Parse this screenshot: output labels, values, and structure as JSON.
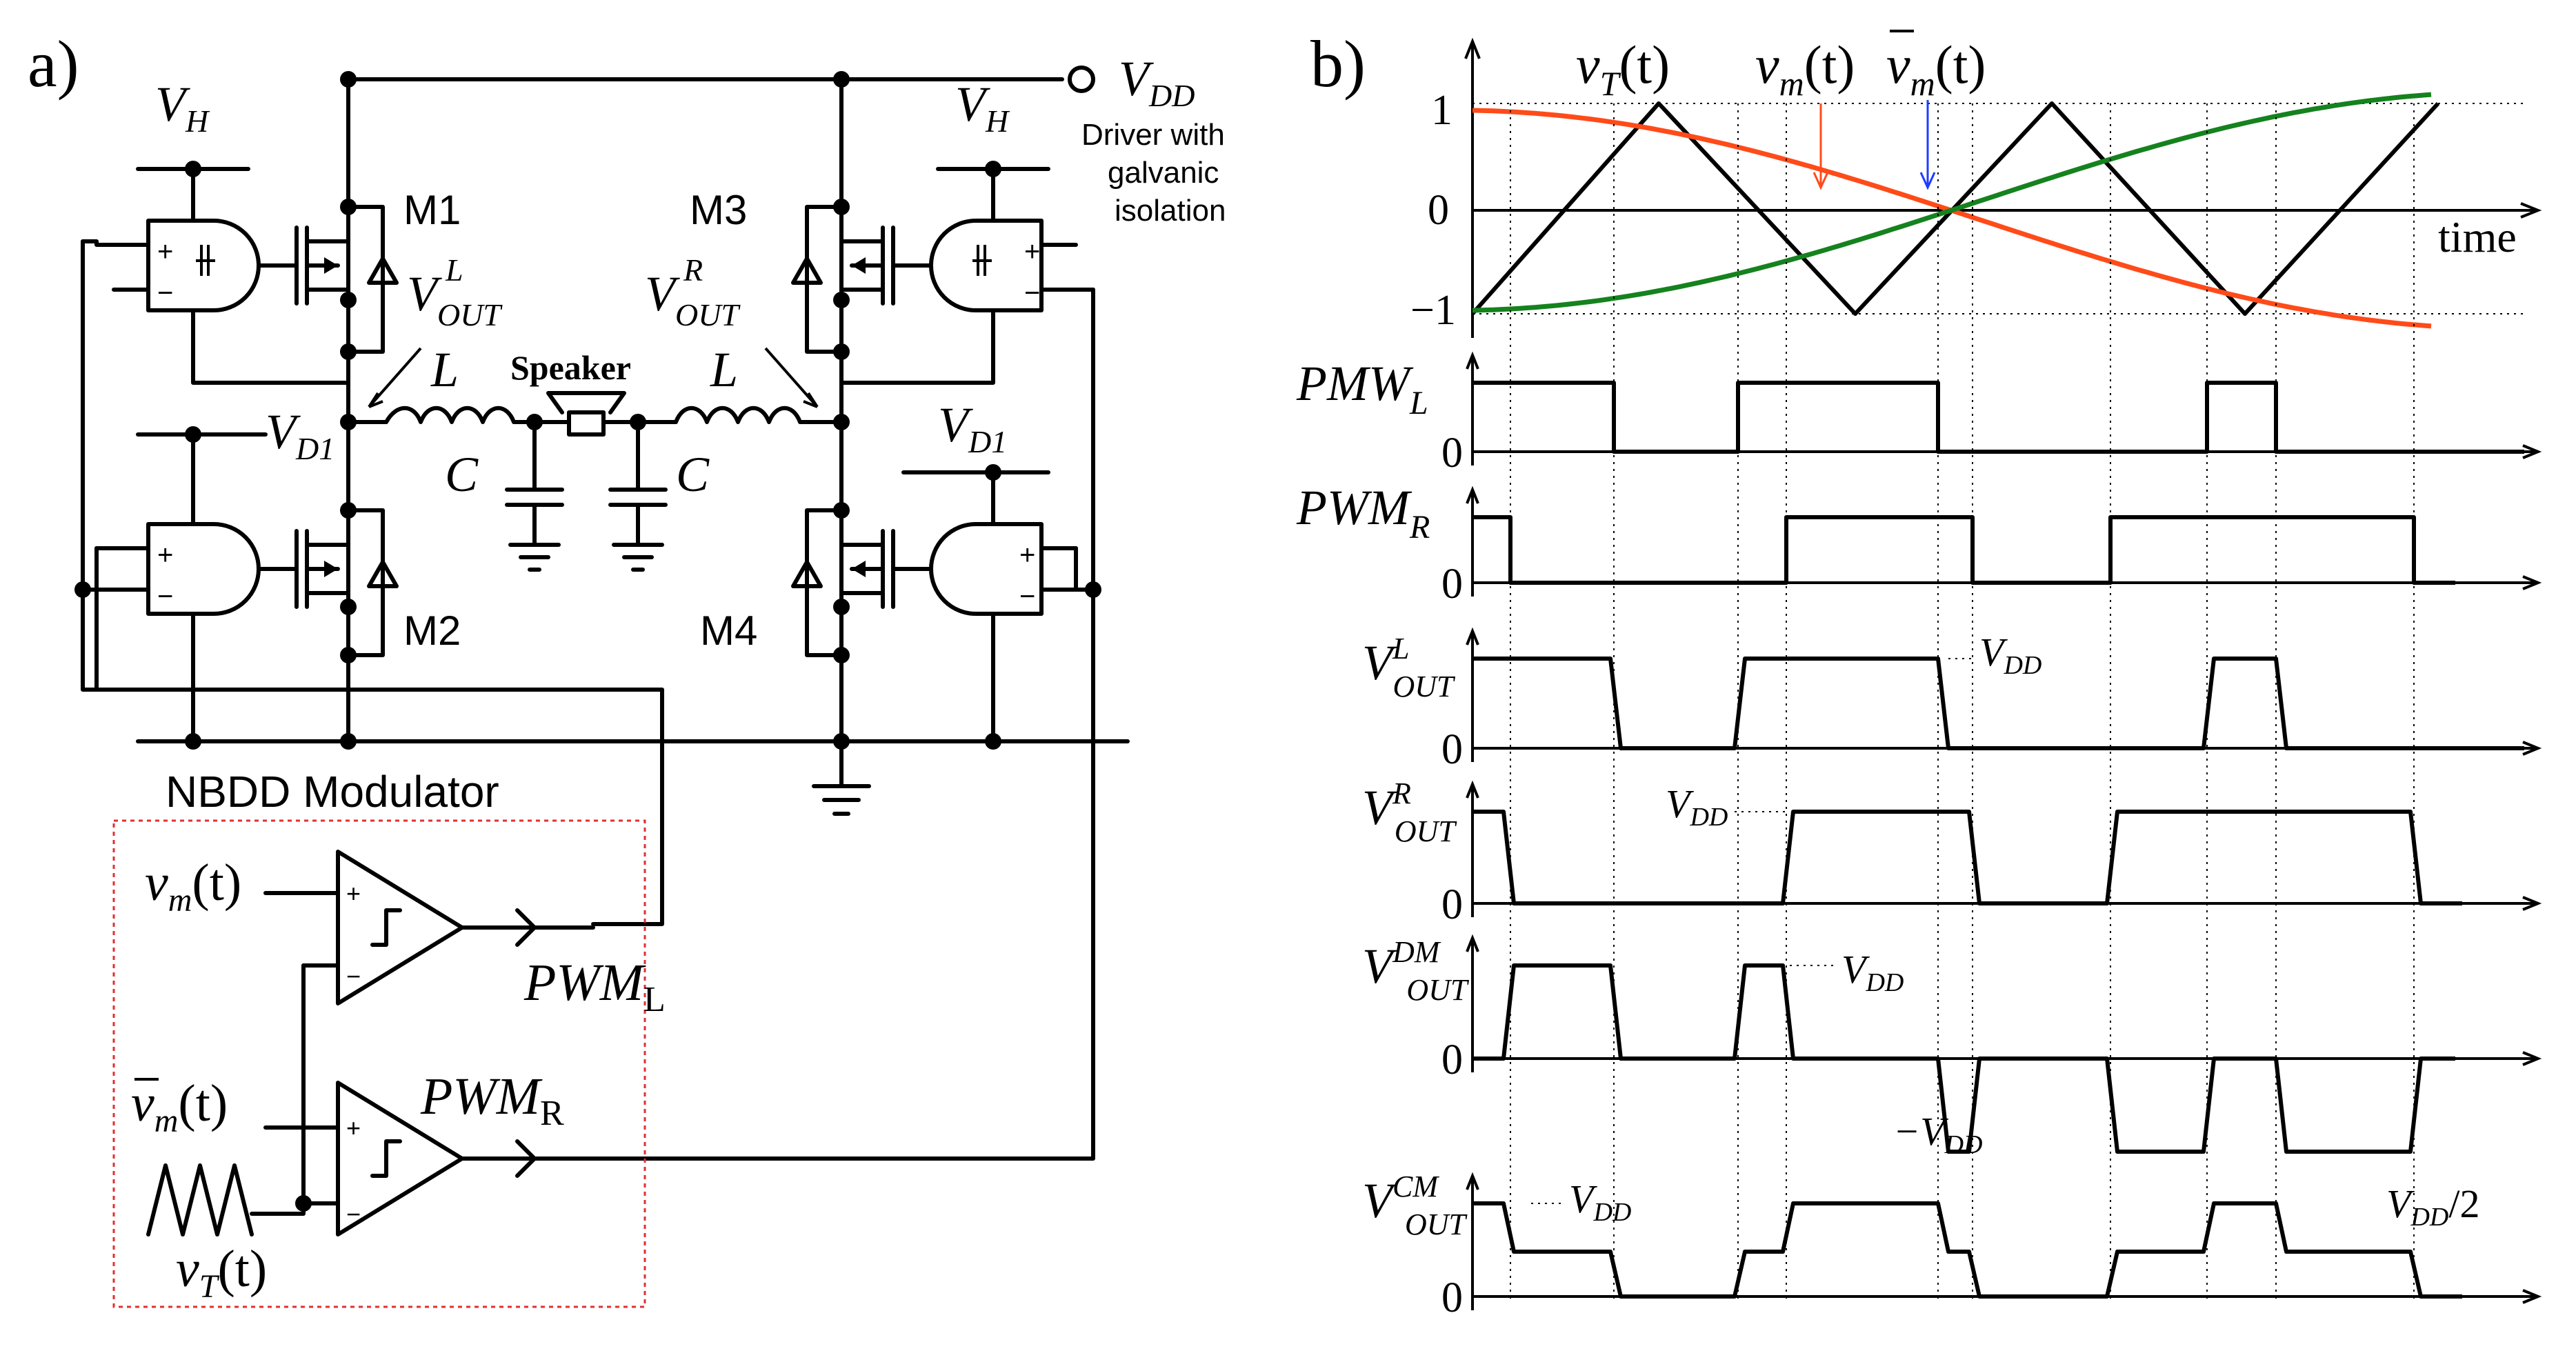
{
  "panel_a": {
    "panel_label": "a)",
    "vdd": "V",
    "vdd_sub": "DD",
    "driver_note": [
      "Driver with",
      "galvanic",
      "isolation"
    ],
    "vh_left": "V",
    "vh_left_sub": "H",
    "vh_right": "V",
    "vh_right_sub": "H",
    "vd1_left": "V",
    "vd1_left_sub": "D1",
    "vd1_right": "V",
    "vd1_right_sub": "D1",
    "m1": "M1",
    "m2": "M2",
    "m3": "M3",
    "m4": "M4",
    "vout_l": "V",
    "vout_l_sub": "OUT",
    "vout_l_sup": "L",
    "vout_r": "V",
    "vout_r_sub": "OUT",
    "vout_r_sup": "R",
    "inductor_l": "L",
    "inductor_r": "L",
    "cap_l": "C",
    "cap_r": "C",
    "speaker": "Speaker",
    "modulator_title": "NBDD Modulator",
    "vm_in": "v",
    "vm_in_sub": "m",
    "vm_in_tail": "(t)",
    "vmbar_in": "v",
    "vmbar_in_sub": "m",
    "vmbar_in_tail": "(t)",
    "vt_in": "v",
    "vt_in_sub": "T",
    "vt_in_tail": "(t)",
    "pwm_l": "PWM",
    "pwm_l_sub": "L",
    "pwm_r": "PWM",
    "pwm_r_sub": "R",
    "plus": "+",
    "minus": "−"
  },
  "panel_b": {
    "panel_label": "b)",
    "top_labels": {
      "vt": "v",
      "vt_sub": "T",
      "vt_tail": "(t)",
      "vm": "v",
      "vm_sub": "m",
      "vm_tail": "(t)",
      "vmbar": "v",
      "vmbar_sub": "m",
      "vmbar_tail": "(t)",
      "time": "time"
    },
    "y_ticks": [
      "1",
      "0",
      "−1"
    ],
    "colors": {
      "vm": "#ff4b19",
      "vmbar": "#15821e",
      "vm_arrow": "#ff4b19",
      "vmbar_arrow": "#1e3cff"
    },
    "rows": [
      {
        "main": "PMW",
        "sub": "L",
        "sup": "",
        "zero": "0"
      },
      {
        "main": "PWM",
        "sub": "R",
        "sup": "",
        "zero": "0"
      },
      {
        "main": "V",
        "sub": "OUT",
        "sup": "L",
        "zero": "0"
      },
      {
        "main": "V",
        "sub": "OUT",
        "sup": "R",
        "zero": "0"
      },
      {
        "main": "V",
        "sub": "OUT",
        "sup": "DM",
        "zero": "0"
      },
      {
        "main": "V",
        "sub": "OUT",
        "sup": "CM",
        "zero": "0"
      }
    ],
    "annotations": {
      "vdd_voutl": "V",
      "vdd_voutl_sub": "DD",
      "vdd_voutr": "V",
      "vdd_voutr_sub": "DD",
      "vdd_dm_pos": "V",
      "vdd_dm_pos_sub": "DD",
      "vdd_dm_neg": "−V",
      "vdd_dm_neg_sub": "DD",
      "vdd_cm": "V",
      "vdd_cm_sub": "DD",
      "vdd_half": "V",
      "vdd_half_sub": "DD",
      "vdd_half_tail": "/2"
    }
  }
}
